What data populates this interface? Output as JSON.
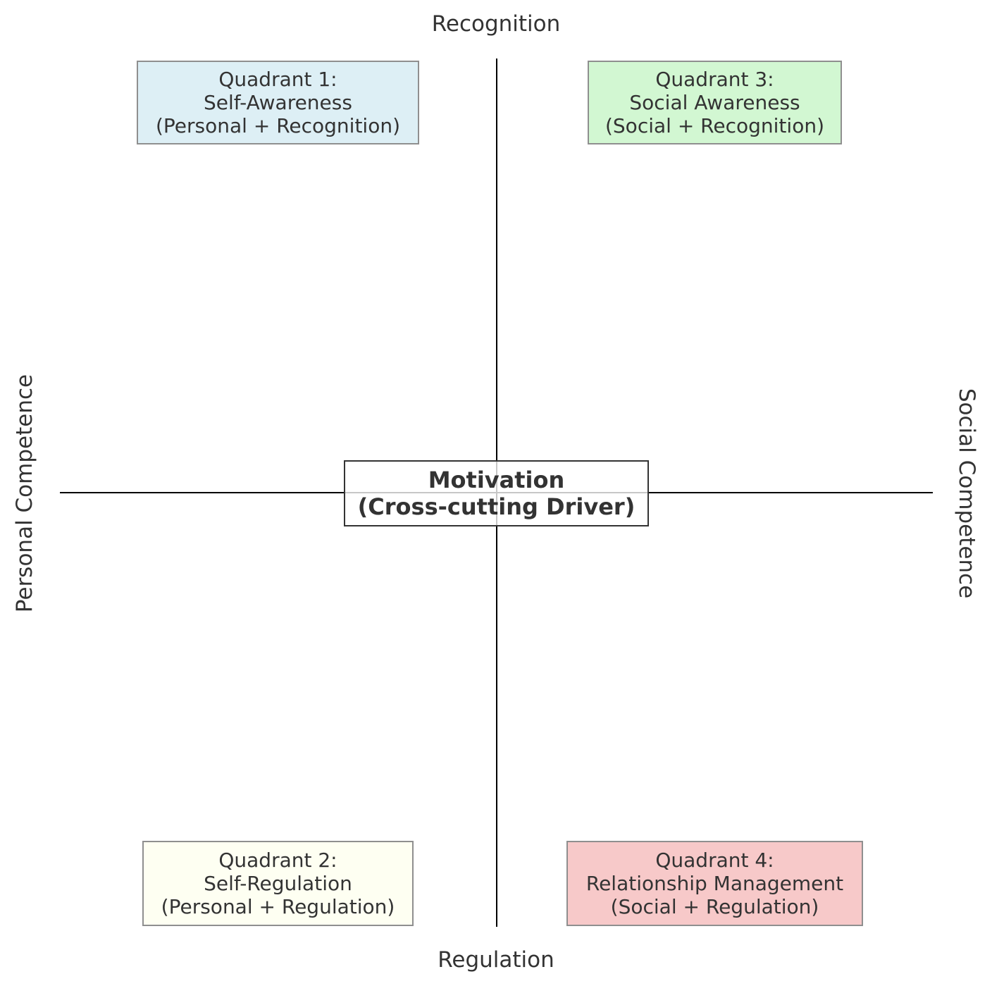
{
  "axes": {
    "top": "Recognition",
    "bottom": "Regulation",
    "left": "Personal Competence",
    "right": "Social Competence"
  },
  "quadrants": [
    {
      "line1": "Quadrant 1:",
      "line2": "Self-Awareness",
      "line3": "(Personal + Recognition)",
      "color": "#ddeff5"
    },
    {
      "line1": "Quadrant 2:",
      "line2": "Self-Regulation",
      "line3": "(Personal + Regulation)",
      "color": "#fefff2"
    },
    {
      "line1": "Quadrant 3:",
      "line2": "Social Awareness",
      "line3": "(Social + Recognition)",
      "color": "#d2f7d2"
    },
    {
      "line1": "Quadrant 4:",
      "line2": "Relationship Management",
      "line3": "(Social + Regulation)",
      "color": "#f7c9c9"
    }
  ],
  "center": {
    "line1": "Motivation",
    "line2": "(Cross-cutting Driver)"
  },
  "colors": {
    "axis": "#000000",
    "box_border": "#8f8f8f",
    "text": "#333333"
  }
}
